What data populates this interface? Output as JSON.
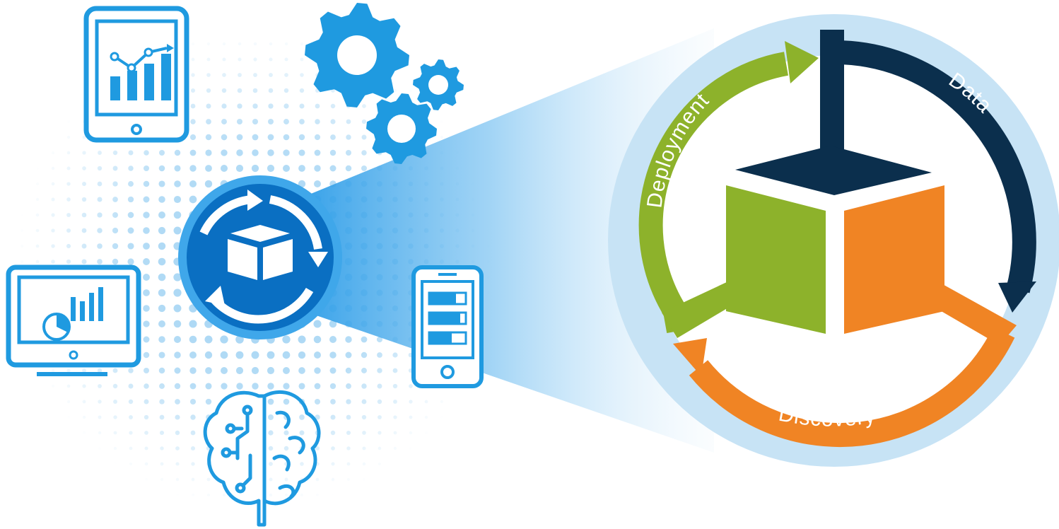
{
  "cycle": {
    "stages": [
      {
        "label": "Data",
        "color": "#0b2f4d"
      },
      {
        "label": "Discovery",
        "color": "#f08424"
      },
      {
        "label": "Deployment",
        "color": "#8db22b"
      }
    ],
    "ring_color": "#c7e3f5",
    "cube_top_color": "#0b2f4d",
    "cube_left_color": "#8db22b",
    "cube_right_color": "#f08424"
  },
  "icons": {
    "primary_blue": "#1f9ae0",
    "hub_blue": "#0a6fc2",
    "items": [
      "tablet-chart-icon",
      "gears-icon",
      "monitor-dashboard-icon",
      "phone-list-icon",
      "ai-brain-icon",
      "model-cycle-hub-icon"
    ]
  }
}
